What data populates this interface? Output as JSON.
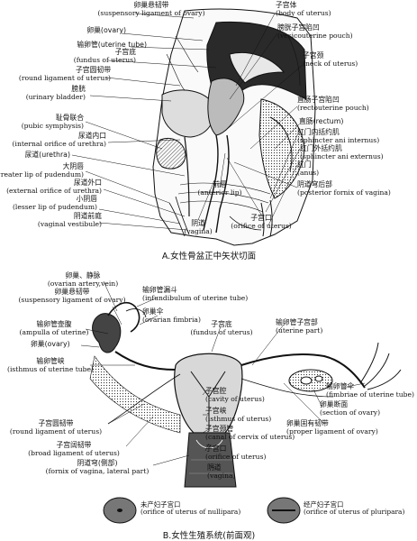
{
  "panelA": {
    "caption": "A.女性骨盆正中矢状切面",
    "labels": {
      "suspensory": {
        "zh": "卵巢悬韧带",
        "en": "(suspensory ligament of ovary)"
      },
      "ovary": {
        "zh": "卵巢(ovary)",
        "en": ""
      },
      "uterine_tube": {
        "zh": "输卵管(uterine tube)",
        "en": ""
      },
      "fundus": {
        "zh": "子宫底",
        "en": "(fundus of uterus)"
      },
      "round_lig": {
        "zh": "子宫圆韧带",
        "en": "(round ligament of uterus)"
      },
      "bladder": {
        "zh": "膀胱",
        "en": "(urinary bladder)"
      },
      "pubic": {
        "zh": "耻骨联合",
        "en": "(pubic symphysis)"
      },
      "int_orifice": {
        "zh": "尿道内口",
        "en": "(internal orifice of urethra)"
      },
      "urethra": {
        "zh": "尿道(urethra)",
        "en": ""
      },
      "greater_lip": {
        "zh": "大阴唇",
        "en": "(greater lip of pudendum)"
      },
      "ext_orifice": {
        "zh": "尿道外口",
        "en": "(external orifice of urethra)"
      },
      "lesser_lip": {
        "zh": "小阴唇",
        "en": "(lesser lip of pudendum)"
      },
      "vestibule": {
        "zh": "阴道前庭",
        "en": "(vaginal vestibule)"
      },
      "body_uterus": {
        "zh": "子宫体",
        "en": "(body of uterus)"
      },
      "vesicouterine": {
        "zh": "膀胱子宫陷凹",
        "en": "(vesicouterine pouch)"
      },
      "neck_uterus": {
        "zh": "子宫颈",
        "en": "(neck of uterus)"
      },
      "rectouterine": {
        "zh": "直肠子宫陷凹",
        "en": "(rectouterine pouch)"
      },
      "rectum": {
        "zh": "直肠(rectum)",
        "en": ""
      },
      "sph_int": {
        "zh": "肛门内括约肌",
        "en": "(sphincter ani internus)"
      },
      "sph_ext": {
        "zh": "肛门外括约肌",
        "en": "(sphincter ani externus)"
      },
      "anus": {
        "zh": "肛门",
        "en": "(anus)"
      },
      "post_fornix": {
        "zh": "阴道穹后部",
        "en": "(posterior fornix of vagina)"
      },
      "ant_lip": {
        "zh": "前唇",
        "en": "(anterior lip)"
      },
      "vagina": {
        "zh": "阴道",
        "en": "(vagina)"
      },
      "orifice": {
        "zh": "子宫口",
        "en": "(orifice of uterus)"
      }
    }
  },
  "panelB": {
    "caption": "B.女性生殖系统(前面观)",
    "labels": {
      "ov_artery": {
        "zh": "卵巢、静脉",
        "en": "(ovarian artery,vein)"
      },
      "susp": {
        "zh": "卵巢悬韧带",
        "en": "(suspensory ligament of ovary)"
      },
      "ampulla": {
        "zh": "输卵管壶腹",
        "en": "(ampulla of uterine)"
      },
      "ovary": {
        "zh": "卵巢(ovary)",
        "en": ""
      },
      "isthmus_tube": {
        "zh": "输卵管峡",
        "en": "(isthmus of uterine tube)"
      },
      "round_lig": {
        "zh": "子宫圆韧带",
        "en": "(round ligament of uterus)"
      },
      "broad_lig": {
        "zh": "子宫阔韧带",
        "en": "(broad ligament of uterus)"
      },
      "fornix_lat": {
        "zh": "阴道穹(侧部)",
        "en": "(fornix of vagina, lateral part)"
      },
      "infundibulum": {
        "zh": "输卵管漏斗",
        "en": "(infundibulum of uterine tube)"
      },
      "fimbria": {
        "zh": "卵巢伞",
        "en": "(ovarian fimbria)"
      },
      "fundus": {
        "zh": "子宫底",
        "en": "(fundus of uterus)"
      },
      "uterine_part": {
        "zh": "输卵管子宫部",
        "en": "(uterine part)"
      },
      "cavity": {
        "zh": "子宫腔",
        "en": "(cavity of uterus)"
      },
      "isthmus": {
        "zh": "子宫峡",
        "en": "(isthmus of uterus)"
      },
      "canal": {
        "zh": "子宫颈管",
        "en": "(canal of cervix of uterus)"
      },
      "orifice": {
        "zh": "子宫口",
        "en": "(orifice of uterus)"
      },
      "vagina": {
        "zh": "阴道",
        "en": "(vagina)"
      },
      "fimbriae": {
        "zh": "输卵管伞",
        "en": "(fimbriae of uterine tube)"
      },
      "section": {
        "zh": "卵巢断面",
        "en": "(section of ovary)"
      },
      "proper_lig": {
        "zh": "卵巢固有韧带",
        "en": "(proper ligament of ovary)"
      }
    },
    "cervix_nullipara": {
      "zh": "未产妇子宫口",
      "en": "(orifice of uterus of nullipara)"
    },
    "cervix_pluripara": {
      "zh": "经产妇子宫口",
      "en": "(orifice of uterus of pluripara)"
    }
  },
  "colors": {
    "ink": "#111111",
    "paper": "#ffffff",
    "shade": "#555555"
  }
}
